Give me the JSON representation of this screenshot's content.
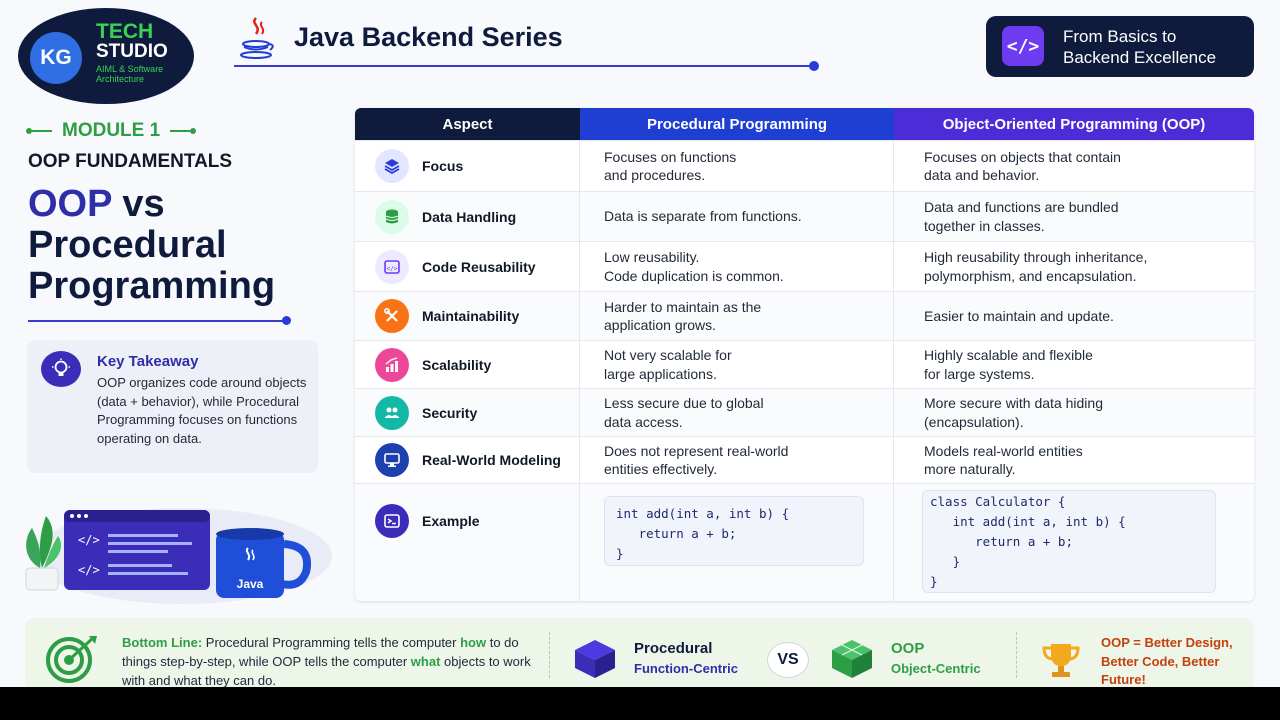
{
  "brand": {
    "initials": "KG",
    "name_line1": "TECH",
    "name_line2": "STUDIO",
    "tagline": "AIML & Software Architecture"
  },
  "header": {
    "series_title": "Java Backend Series",
    "badge_text": "From Basics to\nBackend Excellence",
    "badge_icon": "code-icon"
  },
  "left": {
    "module_label": "MODULE 1",
    "section_title": "OOP FUNDAMENTALS",
    "title_accent": "OOP",
    "title_rest1": " vs",
    "title_line2": "Procedural",
    "title_line3": "Programming",
    "takeaway_title": "Key Takeaway",
    "takeaway_body": "OOP organizes code around objects (data + behavior), while Procedural Programming focuses on functions operating on data.",
    "mug_label": "Java"
  },
  "table": {
    "headers": [
      "Aspect",
      "Procedural Programming",
      "Object-Oriented Programming (OOP)"
    ],
    "rows": [
      {
        "aspect": "Focus",
        "icon": "layers-icon",
        "procedural": "Focuses on functions\nand procedures.",
        "oop": "Focuses on objects that contain\ndata and behavior."
      },
      {
        "aspect": "Data Handling",
        "icon": "database-icon",
        "procedural": "Data is separate from functions.",
        "oop": "Data and functions are bundled\ntogether in classes."
      },
      {
        "aspect": "Code Reusability",
        "icon": "code-window-icon",
        "procedural": "Low reusability.\nCode duplication is common.",
        "oop": "High reusability through inheritance,\npolymorphism, and encapsulation."
      },
      {
        "aspect": "Maintainability",
        "icon": "tools-icon",
        "procedural": "Harder to maintain as the\napplication grows.",
        "oop": "Easier to maintain and update."
      },
      {
        "aspect": "Scalability",
        "icon": "growth-chart-icon",
        "procedural": "Not very scalable for\nlarge applications.",
        "oop": "Highly scalable and flexible\nfor large systems."
      },
      {
        "aspect": "Security",
        "icon": "users-shield-icon",
        "procedural": "Less secure due to global\ndata access.",
        "oop": "More secure with data hiding\n(encapsulation)."
      },
      {
        "aspect": "Real-World Modeling",
        "icon": "monitor-icon",
        "procedural": "Does not represent real-world\nentities effectively.",
        "oop": "Models real-world entities\nmore naturally."
      },
      {
        "aspect": "Example",
        "icon": "terminal-icon",
        "procedural": "int add(int a, int b) {\n   return a + b;\n}",
        "oop": "class Calculator {\n   int add(int a, int b) {\n      return a + b;\n   }\n}"
      }
    ]
  },
  "bottom": {
    "bottom_line_label": "Bottom Line:",
    "text_1": " Procedural Programming tells the computer ",
    "how": "how",
    "text_2": " to do things step-by-step, while OOP tells the computer ",
    "what": "what",
    "text_3": " objects to work with and what they can do.",
    "procedural_title": "Procedural",
    "procedural_sub": "Function-Centric",
    "vs": "VS",
    "oop_title": "OOP",
    "oop_sub": "Object-Centric",
    "slogan": "OOP = Better Design, Better Code, Better Future!"
  },
  "colors": {
    "navy": "#0f1b3d",
    "blue": "#1f3fd3",
    "purple": "#4b2cd6",
    "green": "#2e9e45",
    "orange": "#c2410c"
  }
}
